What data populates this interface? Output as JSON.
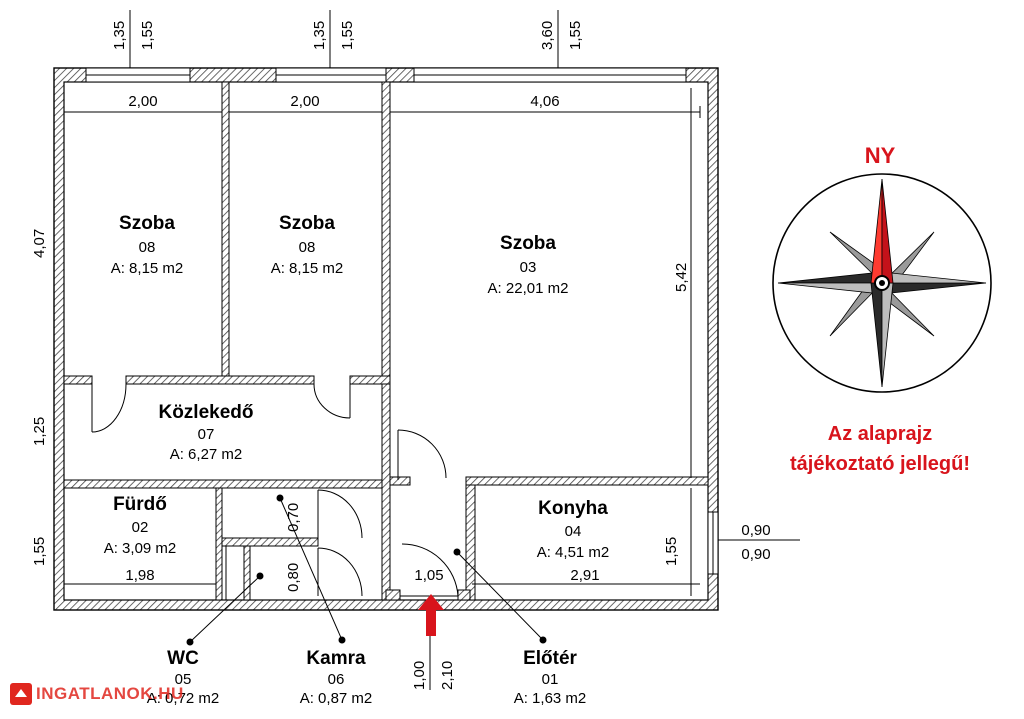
{
  "rooms": {
    "bed1": {
      "name": "Szoba",
      "number": "08",
      "area": "A: 8,15 m2"
    },
    "bed2": {
      "name": "Szoba",
      "number": "08",
      "area": "A: 8,15 m2"
    },
    "living": {
      "name": "Szoba",
      "number": "03",
      "area": "A: 22,01 m2"
    },
    "hall": {
      "name": "Közlekedő",
      "number": "07",
      "area": "A: 6,27 m2"
    },
    "bath": {
      "name": "Fürdő",
      "number": "02",
      "area": "A: 3,09 m2"
    },
    "kitchen": {
      "name": "Konyha",
      "number": "04",
      "area": "A: 4,51 m2"
    },
    "wc": {
      "name": "WC",
      "number": "05",
      "area": "A: 0,72 m2"
    },
    "pantry": {
      "name": "Kamra",
      "number": "06",
      "area": "A: 0,87 m2"
    },
    "entry": {
      "name": "Előtér",
      "number": "01",
      "area": "A: 1,63 m2"
    }
  },
  "dims": {
    "top_w1": "1,35",
    "top_h1": "1,55",
    "top_w2": "1,35",
    "top_h2": "1,55",
    "top_w3": "3,60",
    "top_h3": "1,55",
    "bed1_w": "2,00",
    "bed2_w": "2,00",
    "living_w": "4,06",
    "left_bed_h": "4,07",
    "left_hall_h": "1,25",
    "left_bath_h": "1,55",
    "living_h": "5,42",
    "wc_door": "0,70",
    "pantry_door": "0,80",
    "bath_w": "1,98",
    "entry_w": "1,05",
    "kitchen_w": "2,91",
    "kitchen_h": "1,55",
    "kitchen_win_w": "0,90",
    "kitchen_win_h": "0,90",
    "entry_door_w": "1,00",
    "entry_door_h": "2,10"
  },
  "compass": {
    "label": "NY"
  },
  "note": {
    "line1": "Az alaprajz",
    "line2": "tájékoztató jellegű!"
  },
  "logo": {
    "text": "INGATLANOK.HU"
  }
}
